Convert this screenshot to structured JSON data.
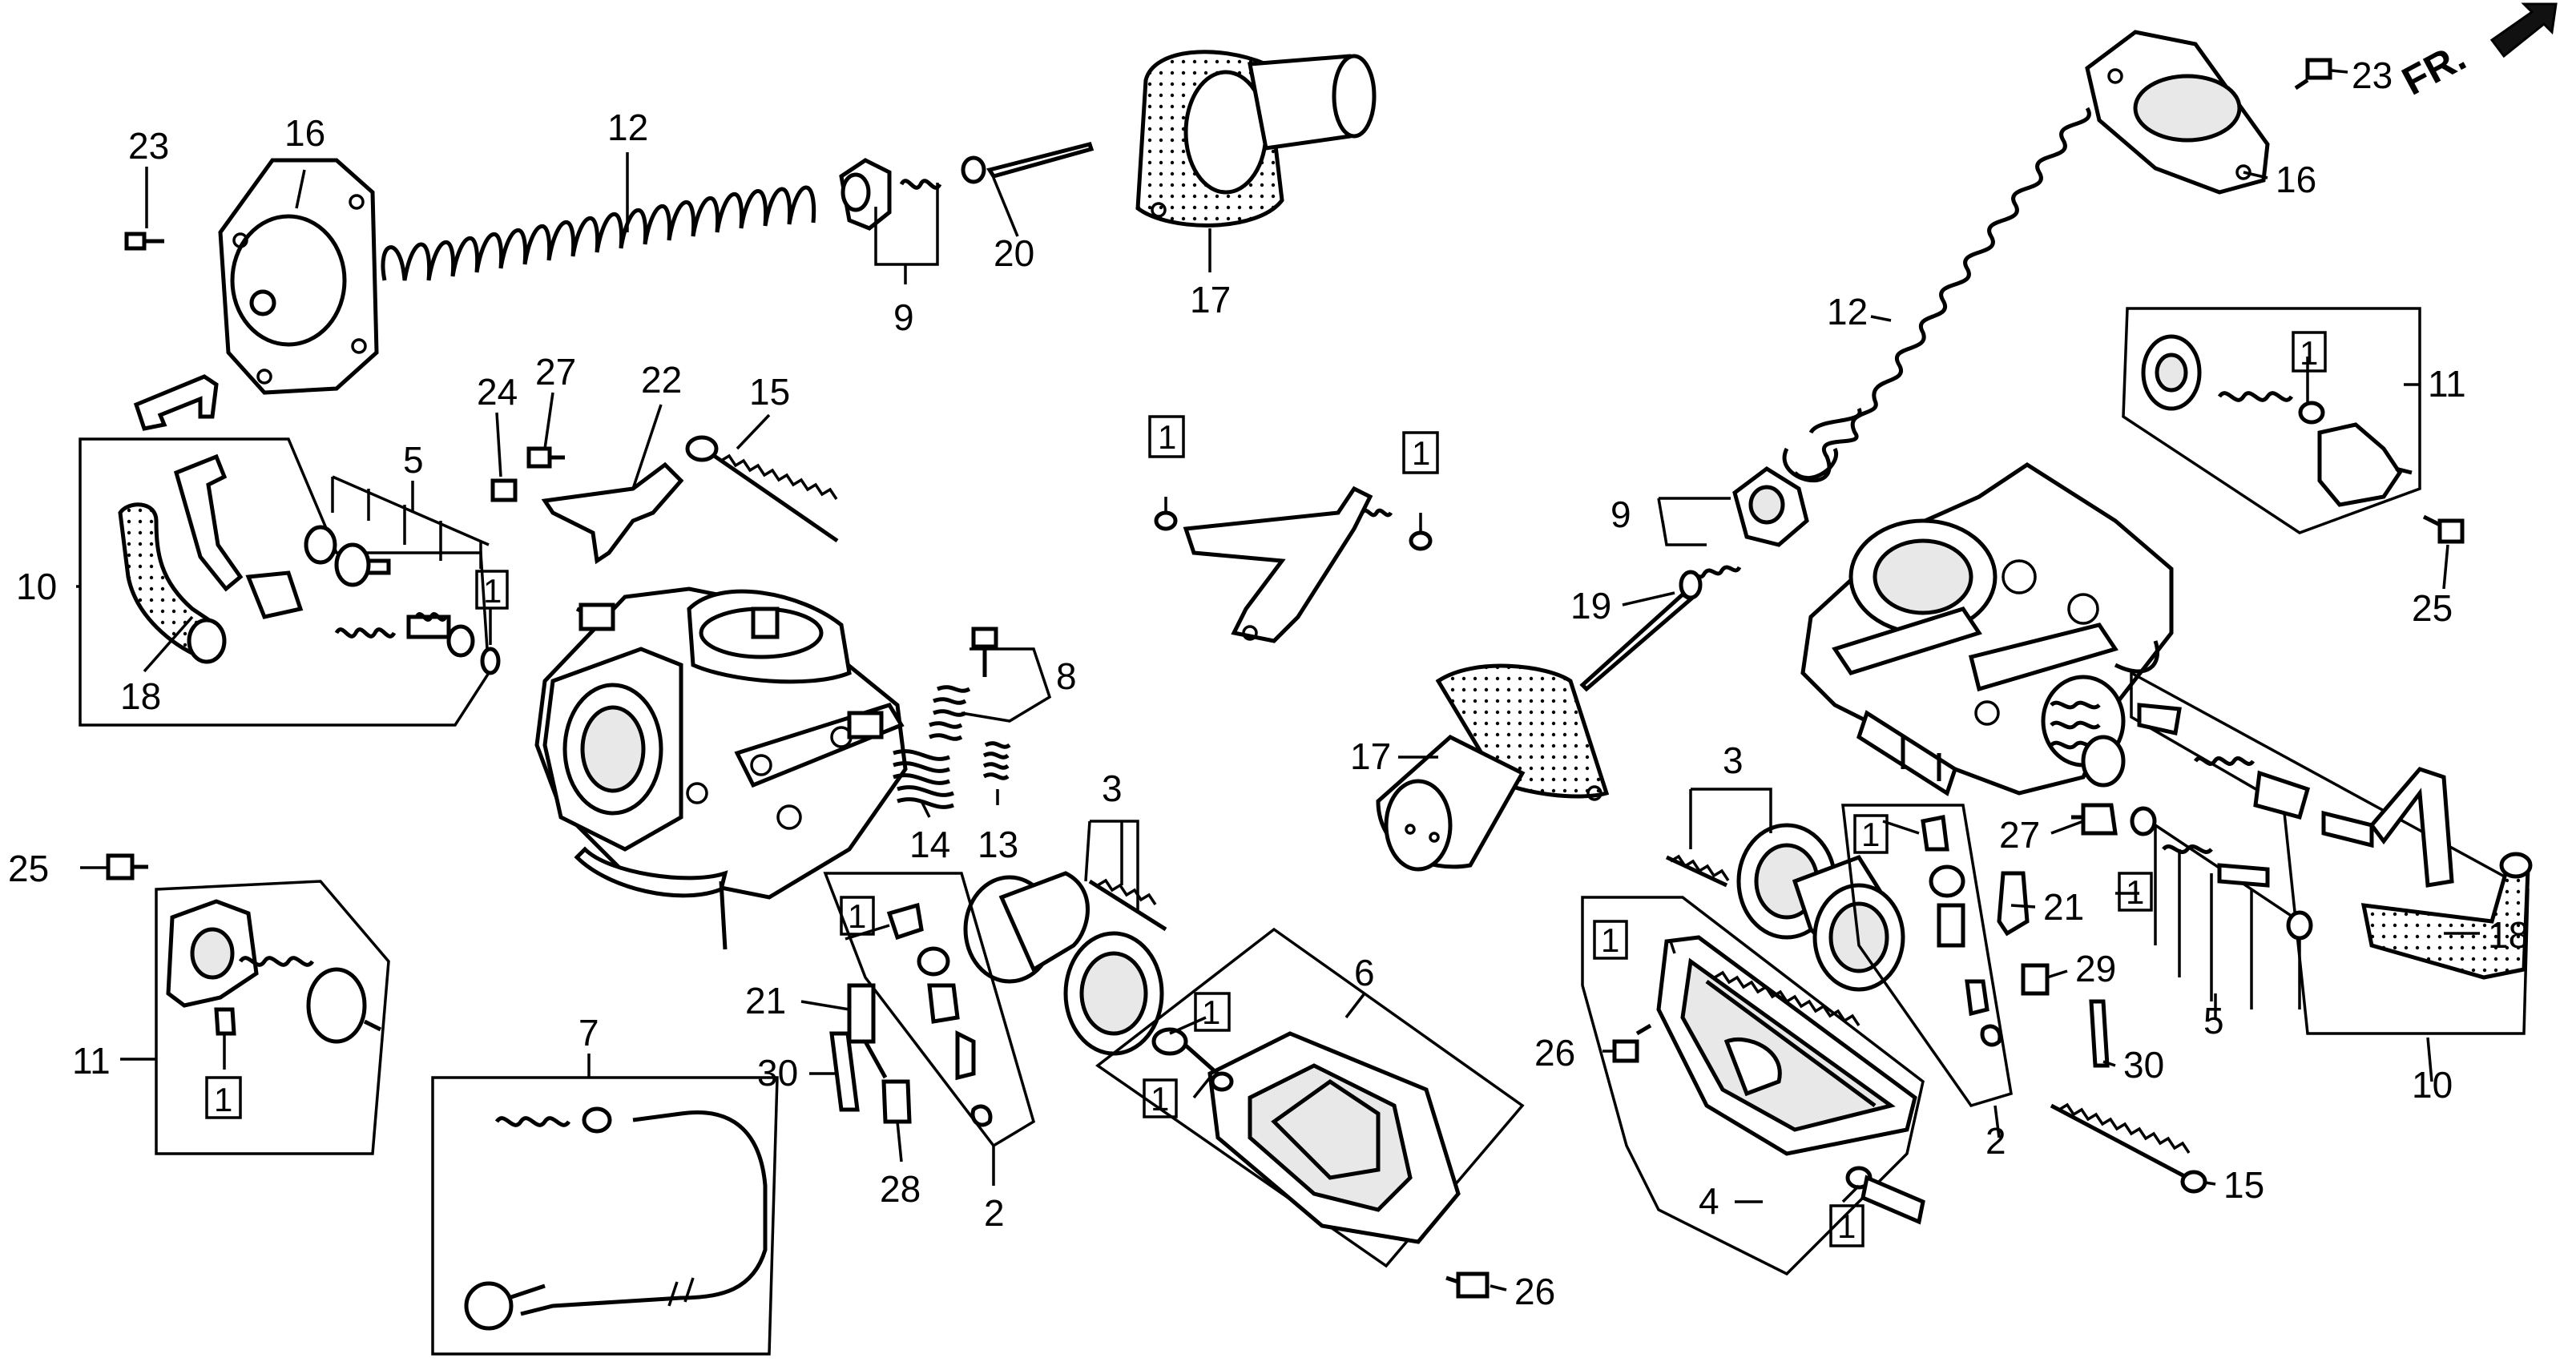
{
  "labels": {
    "p23a": "23",
    "p16a": "16",
    "p12a": "12",
    "p9a": "9",
    "p20": "20",
    "p17a": "17",
    "p24": "24",
    "p27a": "27",
    "p22": "22",
    "p15a": "15",
    "p5a": "5",
    "p1a": "1",
    "p10a": "10",
    "p18a": "18",
    "p8": "8",
    "p14": "14",
    "p13": "13",
    "p1b": "1",
    "p1c": "1",
    "p3a": "3",
    "p1d": "1",
    "p21a": "21",
    "p30a": "30",
    "p28": "28",
    "p2a": "2",
    "p6": "6",
    "p1e": "1",
    "p1f": "1",
    "p7": "7",
    "p25a": "25",
    "p11a": "11",
    "p1g": "1",
    "p26a": "26",
    "p23b": "23",
    "p16b": "16",
    "p12b": "12",
    "p1h": "1",
    "p11b": "11",
    "p9b": "9",
    "p25b": "25",
    "p19": "19",
    "p17b": "17",
    "p3b": "3",
    "p1i": "1",
    "p27b": "27",
    "p21b": "21",
    "p1j": "1",
    "p18b": "18",
    "p29": "29",
    "p1k": "1",
    "p26b": "26",
    "p30b": "30",
    "p5b": "5",
    "p4": "4",
    "p2b": "2",
    "p10b": "10",
    "p1l": "1",
    "p15b": "15"
  },
  "direction_marker": "FR.",
  "colors": {
    "ink": "#000000",
    "paper": "#ffffff",
    "shade": "#e8e8e8"
  }
}
